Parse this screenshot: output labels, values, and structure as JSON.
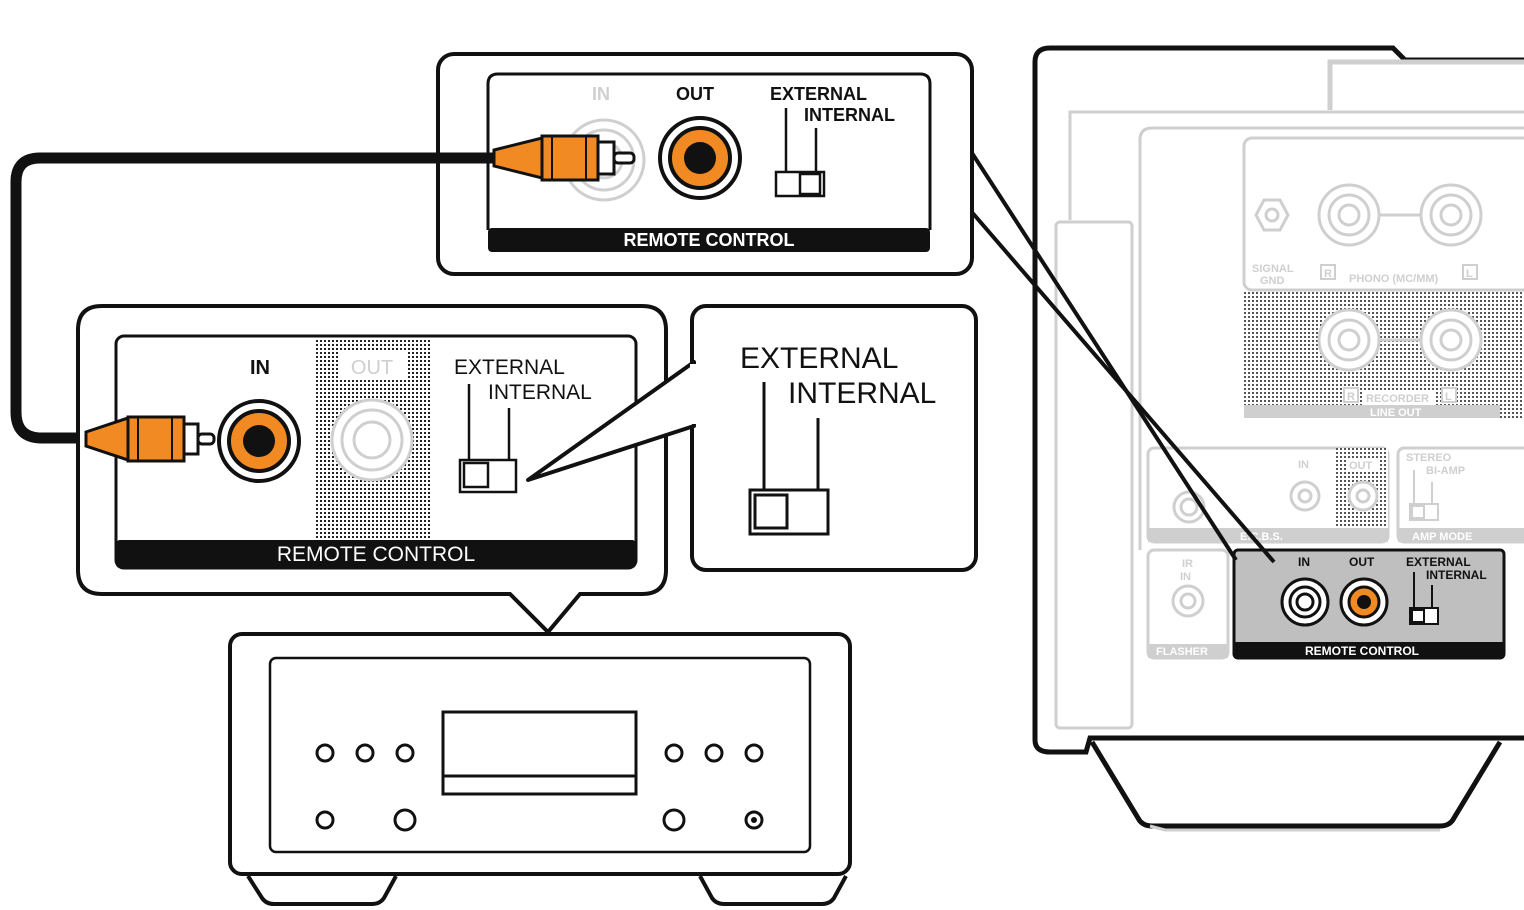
{
  "colors": {
    "accent": "#f28a23",
    "outline": "#111111",
    "muted": "#cfcfcf",
    "panel_gray": "#bfbfbf",
    "bar": "#111111",
    "bar_text": "#ffffff"
  },
  "top_panel": {
    "in_label": "IN",
    "out_label": "OUT",
    "external_label": "EXTERNAL",
    "internal_label": "INTERNAL",
    "bar_label": "REMOTE CONTROL"
  },
  "mid_panel": {
    "in_label": "IN",
    "out_label": "OUT",
    "external_label": "EXTERNAL",
    "internal_label": "INTERNAL",
    "bar_label": "REMOTE CONTROL"
  },
  "zoom_panel": {
    "external_label": "EXTERNAL",
    "internal_label": "INTERNAL"
  },
  "rear_panel": {
    "signal_gnd_1": "SIGNAL",
    "signal_gnd_2": "GND",
    "phono_r": "R",
    "phono_label": "PHONO (MC/MM)",
    "phono_l": "L",
    "recorder_r": "R",
    "recorder_label": "RECORDER",
    "recorder_l": "L",
    "line_out": "LINE OUT",
    "ecbs_in": "IN",
    "ecbs_out": "OUT",
    "ecbs_label": "E.C.B.S.",
    "stereo": "STEREO",
    "bi_amp": "BI-AMP",
    "amp_mode": "AMP MODE",
    "ir_1": "IR",
    "ir_2": "IN",
    "flasher": "FLASHER",
    "rc_in": "IN",
    "rc_out": "OUT",
    "rc_external": "EXTERNAL",
    "rc_internal": "INTERNAL",
    "rc_bar": "REMOTE CONTROL"
  }
}
